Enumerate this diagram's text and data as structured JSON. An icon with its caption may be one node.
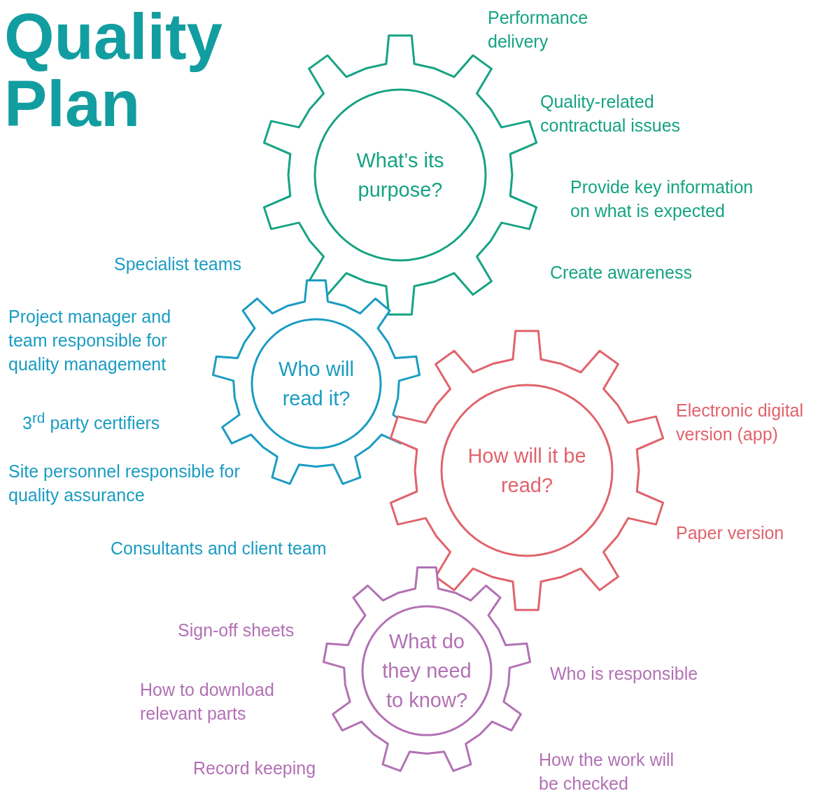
{
  "diagram": {
    "title": "Quality Plan",
    "nodes": [
      {
        "text": [
          "What’s its purpose?"
        ],
        "beside": [
          "Performance delivery",
          "Quality-related contractual issues",
          "Provide key information on what is expected",
          "Create awareness"
        ]
      },
      {
        "text": [
          "Who will read it?"
        ],
        "beside": [
          "Specialist teams",
          "Project manager and team responsible for quality management",
          "3$^{rd}$ party certifiers",
          "Site personnel responsible for quality assurance"
        ]
      },
      {
        "text": [
          "How will it be read?"
        ],
        "beside": [
          "Electronic digital version (app)",
          "Paper version"
        ]
      },
      {
        "text": [
          "What do they need to know?"
        ],
        "beside": [
          "Sign-off sheets",
          "How to download relevant parts",
          "Record keeping",
          "Who is responsible",
          "How the work will be checked"
        ]
      }
    ],
    "labels": [
      "Consultants and client team"
    ]
  }
}
